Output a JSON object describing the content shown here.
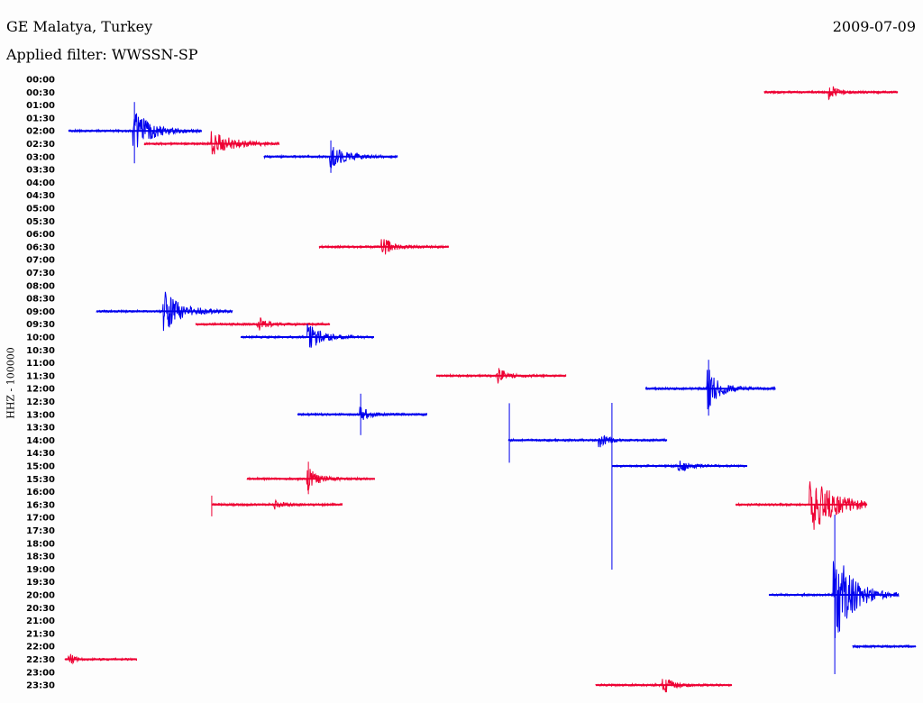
{
  "header": {
    "title": "GE Malatya, Turkey",
    "filter": "Applied filter: WWSSN-SP",
    "date": "2009-07-09"
  },
  "chart_data": {
    "type": "line",
    "title": "GE Malatya, Turkey",
    "subtitle": "Applied filter: WWSSN-SP",
    "ylabel": "HHZ - 100000",
    "xlabel": "",
    "row_minutes": 30,
    "row_labels": [
      "00:00",
      "00:30",
      "01:00",
      "01:30",
      "02:00",
      "02:30",
      "03:00",
      "03:30",
      "04:00",
      "04:30",
      "05:00",
      "05:30",
      "06:00",
      "06:30",
      "07:00",
      "07:30",
      "08:00",
      "08:30",
      "09:00",
      "09:30",
      "10:00",
      "10:30",
      "11:00",
      "11:30",
      "12:00",
      "12:30",
      "13:00",
      "13:30",
      "14:00",
      "14:30",
      "15:00",
      "15:30",
      "16:00",
      "16:30",
      "17:00",
      "17:30",
      "18:00",
      "18:30",
      "19:00",
      "19:30",
      "20:00",
      "20:30",
      "21:00",
      "21:30",
      "22:00",
      "22:30",
      "23:00",
      "23:30"
    ],
    "colors": {
      "blue": "#0000ee",
      "red": "#ee0033"
    },
    "traces": [
      {
        "row": 1,
        "color": "red",
        "start": 24.67,
        "end": 29.37,
        "event": 26.99,
        "amp": 8,
        "decay": 0.25
      },
      {
        "row": 4,
        "color": "blue",
        "start": 0.19,
        "end": 4.88,
        "event": 2.51,
        "amp": 22,
        "decay": 0.6,
        "spike": {
          "at": 2.51,
          "up": 32,
          "down": 36
        }
      },
      {
        "row": 5,
        "color": "red",
        "start": 2.85,
        "end": 7.61,
        "event": 5.26,
        "amp": 13,
        "decay": 0.7
      },
      {
        "row": 6,
        "color": "blue",
        "start": 7.07,
        "end": 11.77,
        "event": 9.42,
        "amp": 12,
        "decay": 0.5,
        "spike": {
          "at": 9.42,
          "up": 18,
          "down": 18
        }
      },
      {
        "row": 13,
        "color": "red",
        "start": 9.01,
        "end": 13.57,
        "event": 11.26,
        "amp": 10,
        "decay": 0.35
      },
      {
        "row": 18,
        "color": "blue",
        "start": 1.17,
        "end": 5.96,
        "event": 3.58,
        "amp": 22,
        "decay": 0.6
      },
      {
        "row": 19,
        "color": "red",
        "start": 4.66,
        "end": 9.39,
        "event": 6.91,
        "amp": 7,
        "decay": 0.3
      },
      {
        "row": 20,
        "color": "blue",
        "start": 6.25,
        "end": 10.94,
        "event": 8.66,
        "amp": 14,
        "decay": 0.45
      },
      {
        "row": 23,
        "color": "red",
        "start": 13.13,
        "end": 17.7,
        "event": 15.32,
        "amp": 9,
        "decay": 0.3
      },
      {
        "row": 24,
        "color": "blue",
        "start": 20.49,
        "end": 25.06,
        "event": 22.71,
        "amp": 22,
        "decay": 0.4,
        "spike": {
          "at": 22.71,
          "up": 32,
          "down": 30
        }
      },
      {
        "row": 26,
        "color": "blue",
        "start": 8.25,
        "end": 12.81,
        "event": 10.47,
        "amp": 8,
        "decay": 0.3,
        "spike": {
          "at": 10.47,
          "up": 23,
          "down": 23
        }
      },
      {
        "row": 28,
        "color": "blue",
        "start": 15.67,
        "end": 21.25,
        "event": 18.9,
        "amp": 7,
        "decay": 0.3,
        "spike": {
          "at": 15.7,
          "up": 41,
          "down": 25
        }
      },
      {
        "row": 30,
        "color": "blue",
        "start": 19.31,
        "end": 24.07,
        "event": 21.69,
        "amp": 7,
        "decay": 0.3,
        "spike": {
          "at": 19.31,
          "up": 70,
          "down": 115
        }
      },
      {
        "row": 31,
        "color": "red",
        "start": 6.47,
        "end": 10.97,
        "event": 8.63,
        "amp": 12,
        "decay": 0.35,
        "spike": {
          "at": 8.63,
          "up": 19,
          "down": 17
        }
      },
      {
        "row": 33,
        "color": "red",
        "start": 5.23,
        "end": 9.83,
        "event": 7.45,
        "amp": 5,
        "decay": 0.25,
        "spike": {
          "at": 5.23,
          "up": 10,
          "down": 13
        }
      },
      {
        "row": 33,
        "color": "red",
        "start": 23.66,
        "end": 28.29,
        "event": 26.32,
        "amp": 30,
        "decay": 0.9
      },
      {
        "row": 40,
        "color": "blue",
        "start": 24.83,
        "end": 29.4,
        "event": 27.15,
        "amp": 55,
        "decay": 0.6,
        "spike": {
          "at": 27.15,
          "up": 89,
          "down": 88
        }
      },
      {
        "row": 44,
        "color": "blue",
        "start": 27.78,
        "end": 30.0,
        "event": null,
        "amp": 0,
        "decay": 0
      },
      {
        "row": 45,
        "color": "red",
        "start": 0.06,
        "end": 2.6,
        "event": 0.25,
        "amp": 6,
        "decay": 0.2
      },
      {
        "row": 47,
        "color": "red",
        "start": 18.74,
        "end": 23.53,
        "event": 21.15,
        "amp": 9,
        "decay": 0.3
      }
    ]
  }
}
